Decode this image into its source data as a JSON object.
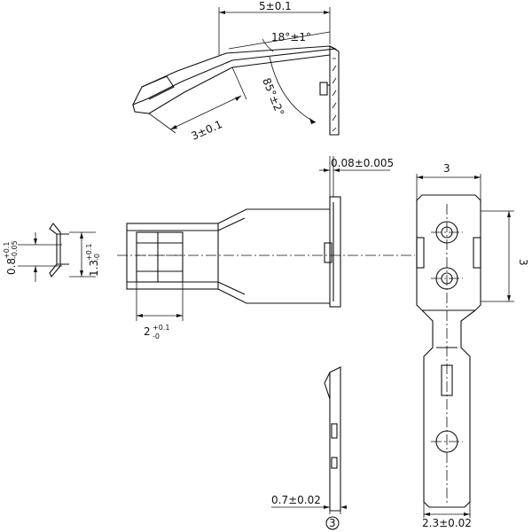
{
  "dimensions": {
    "top_length": "5±0.1",
    "bend_angle": "18°±1°",
    "wall_angle": "85°±2°",
    "top_tab": "3±0.1",
    "thickness_top": "0.08±0.005",
    "width_right": "3",
    "height_right": "3",
    "left_height_base": "0.8",
    "left_height_tol_up": "+0.1",
    "left_height_tol_dn": "-0.05",
    "left_inner_base": "1.3",
    "left_inner_tol_up": "+0.1",
    "left_inner_tol_dn": "-0",
    "front_width_base": "2",
    "front_width_tol_up": "+0.1",
    "front_width_tol_dn": "-0",
    "plate_thickness": "0.7±0.02",
    "bottom_width": "2.3±0.02",
    "balloon": "3"
  }
}
